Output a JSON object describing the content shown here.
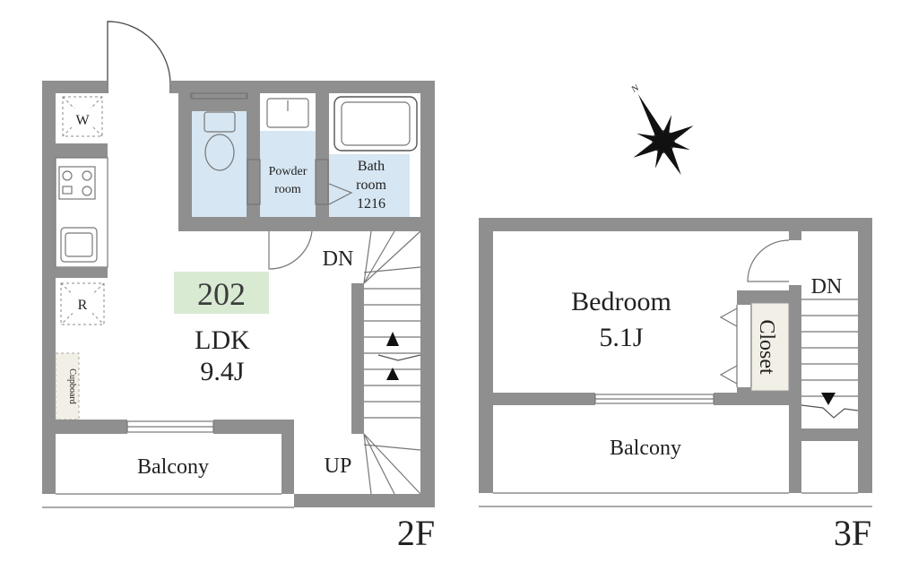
{
  "unit_number": "202",
  "colors": {
    "wall": "#8f8f8f",
    "wet_area": "#d6e6f2",
    "unit_badge": "#d9ead3",
    "closet": "#f2efe6"
  },
  "floor_2": {
    "label": "2F",
    "rooms": {
      "ldk_name": "LDK",
      "ldk_size": "9.4J",
      "powder_line1": "Powder",
      "powder_line2": "room",
      "bath_line1": "Bath",
      "bath_line2": "room",
      "bath_line3": "1216",
      "balcony": "Balcony",
      "cupboard": "Cupboard"
    },
    "fixtures": {
      "washer": "W",
      "refrigerator": "R"
    },
    "stairs": {
      "down": "DN",
      "up": "UP"
    }
  },
  "floor_3": {
    "label": "3F",
    "rooms": {
      "bedroom_name": "Bedroom",
      "bedroom_size": "5.1J",
      "closet": "Closet",
      "balcony": "Balcony"
    },
    "stairs": {
      "down": "DN"
    }
  },
  "compass": {
    "north_label": "N",
    "icon": "compass-rose-icon"
  }
}
